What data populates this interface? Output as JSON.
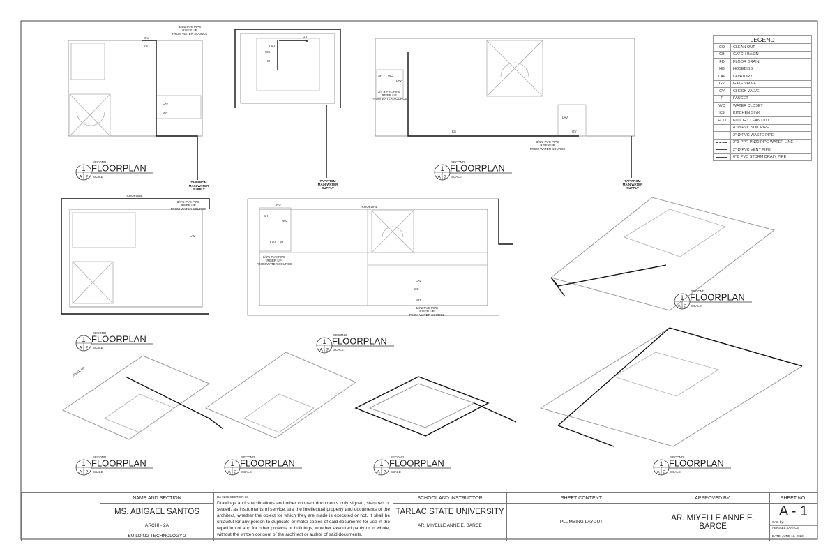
{
  "legend": {
    "title": "LEGEND",
    "rows": [
      {
        "code": "CO",
        "label": "CLEAN OUT"
      },
      {
        "code": "CB",
        "label": "CATCH BASIN"
      },
      {
        "code": "FD",
        "label": "FLOOR DRAIN"
      },
      {
        "code": "HB",
        "label": "HOSEBIBB"
      },
      {
        "code": "LAV",
        "label": "LAVATORY"
      },
      {
        "code": "GV",
        "label": "GATE VALVE"
      },
      {
        "code": "CV",
        "label": "CHECK VALVE"
      },
      {
        "code": "F",
        "label": "FAUCET"
      },
      {
        "code": "WC",
        "label": "WATER CLOSET"
      },
      {
        "code": "KS",
        "label": "KITCHEN SINK"
      },
      {
        "code": "FCO",
        "label": "FLOOR CLEAN OUT"
      },
      {
        "code": "",
        "label": "4\" Ø PVC SOIL PIPE"
      },
      {
        "code": "",
        "label": "2\" Ø PVC WASTE PIPE"
      },
      {
        "code": "",
        "label": "2\"Ø PPR PN20 PIPE WATER LINE"
      },
      {
        "code": "",
        "label": "2\" Ø PVC VENT PIPE"
      },
      {
        "code": "",
        "label": "6\"Ø PVC STORM DRAIN PIPE"
      }
    ]
  },
  "plan_label": {
    "sup": "SECOND",
    "title": "FLOORPLAN",
    "num": "1",
    "sheet": "A",
    "sheet_num": "2",
    "scale": "SCALE"
  },
  "annotations": {
    "riser_1": "3/4\"ø PVC PIPE",
    "riser_2": "RISER UP",
    "riser_3": "FROM WATER SOURCE",
    "tap_1": "TAP FROM",
    "tap_2": "MAIN WATER",
    "tap_3": "SUPPLY",
    "roofline": "ROOFLINE",
    "gv": "GV",
    "ks": "KS",
    "lav": "LAV",
    "wc": "WC",
    "sh": "SH",
    "riser_iso": "RISER UP"
  },
  "title_block": {
    "name_header": "NAME AND SECTION",
    "name": "MS. ABIGAEL SANTOS",
    "section": "ARCHI - 2A",
    "subject": "BUILDING TECHNOLOGY 2",
    "note_ref": "RA 9266 SECTION 33",
    "note": "Drawings and specifications and other contract documents duly signed, stamped or sealed, as instruments of service, are the intellectual property and documents of the architect, whether the object for which they are made is executed or not. It shall be unlawful for any person to duplicate or make copies of said documents for use in the repetition of and for other projects or buildings, whether executed partly or in whole, without the written consent of the architect or author of said documents.",
    "school_header": "SCHOOL AND INSTRUCTOR",
    "school": "TARLAC STATE UNIVERSITY",
    "instructor": "AR. MIYELLE ANNE E. BARCE",
    "content_header": "SHEET CONTENT",
    "content": "PLUMBING LAYOUT",
    "approved_header": "APPROVED BY:",
    "approved": "AR. MIYELLE ANNE E. BARCE",
    "sheet_header": "SHEET NO:",
    "sheet_no": "A - 1",
    "cad_label": "CAD by:",
    "cad_by": "ABIGAEL SANTOS",
    "date": "DATE: JUNE 13, 2023"
  }
}
